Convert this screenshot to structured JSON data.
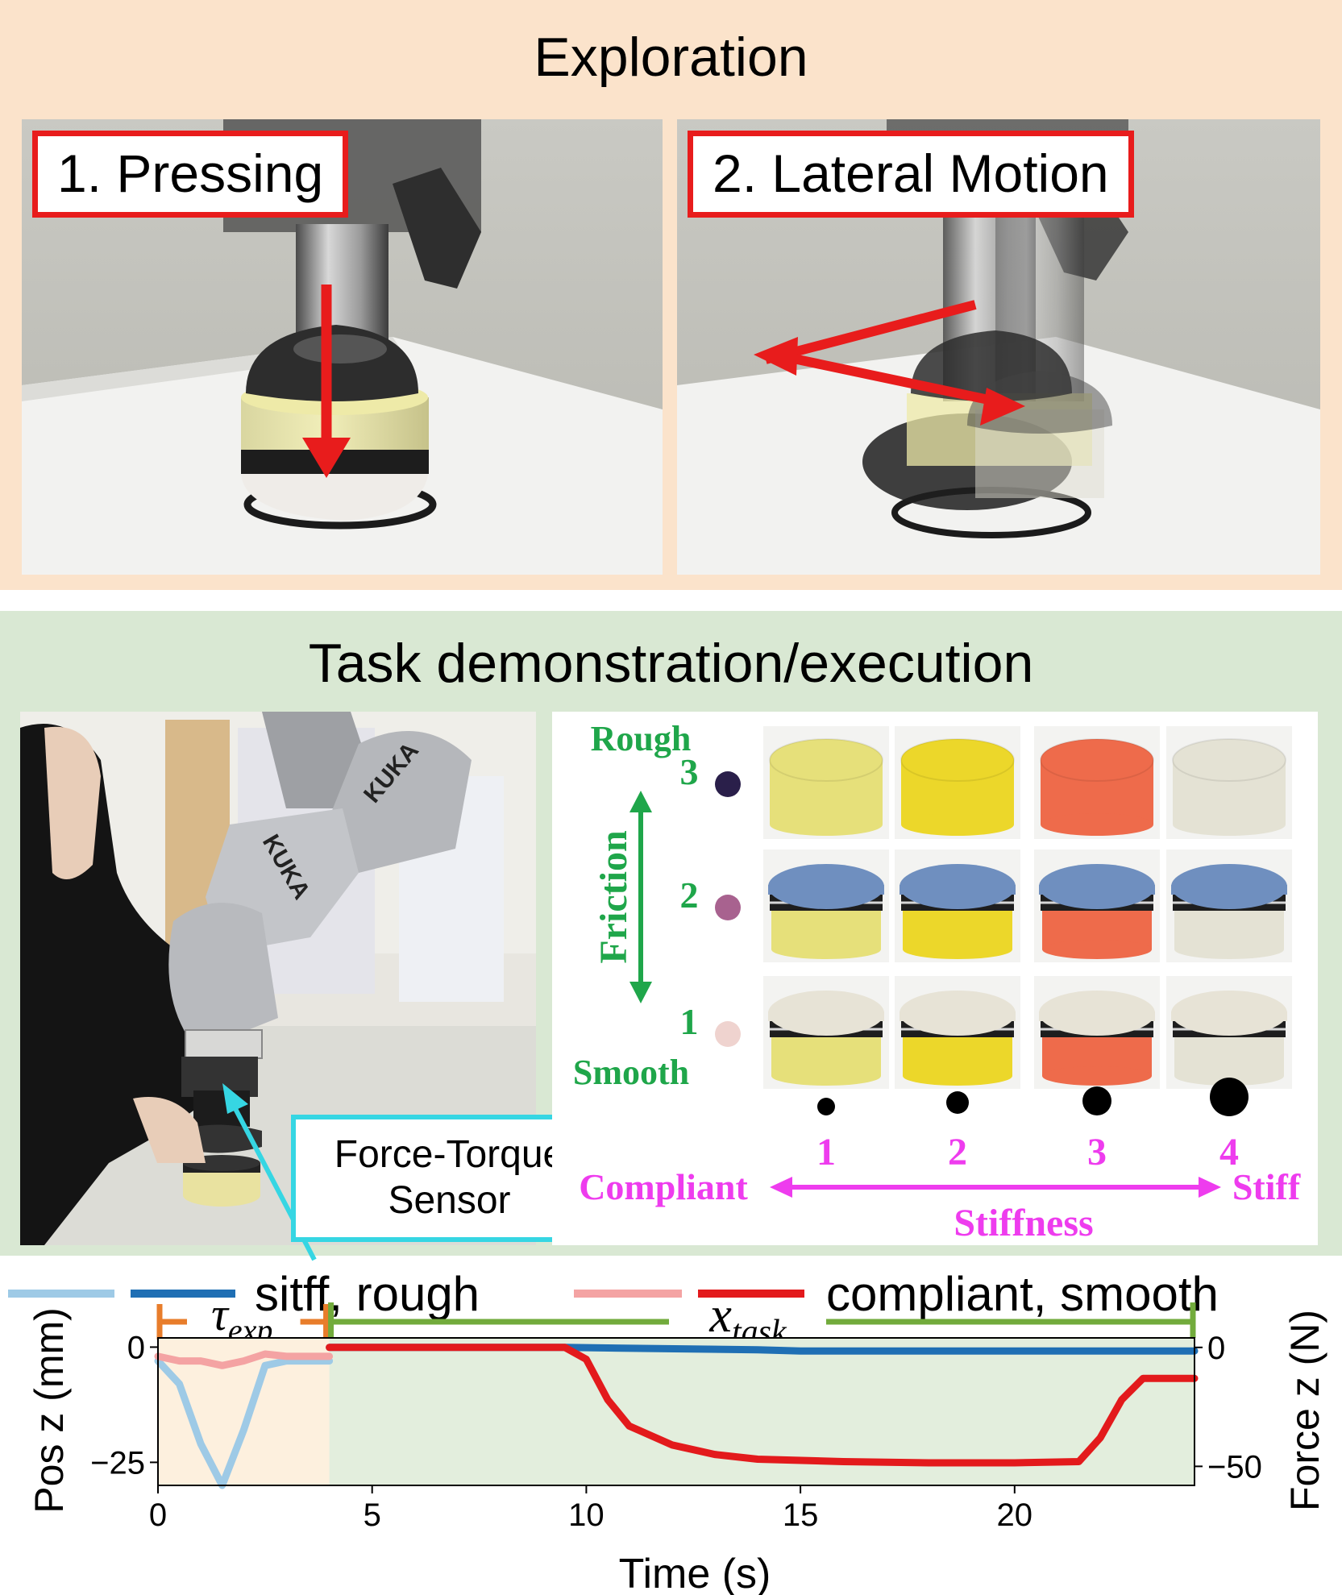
{
  "exploration": {
    "title": "Exploration",
    "step1": "1. Pressing",
    "step2": "2. Lateral Motion"
  },
  "task": {
    "title": "Task demonstration/execution",
    "sensor_label_line1": "Force-Torque",
    "sensor_label_line2": "Sensor",
    "robot_brand": "KUKA"
  },
  "grid": {
    "friction_axis": "Friction",
    "friction_high": "Rough",
    "friction_low": "Smooth",
    "friction_levels": [
      "3",
      "2",
      "1"
    ],
    "stiffness_axis": "Stiffness",
    "stiffness_low": "Compliant",
    "stiffness_high": "Stiff",
    "stiffness_levels": [
      "1",
      "2",
      "3",
      "4"
    ],
    "colors": {
      "friction": "#1fa64a",
      "stiffness": "#ee3cee",
      "friction_dots": [
        "#2a1f4a",
        "#a8628f",
        "#efd3cf"
      ],
      "pad_bodies": [
        "#e6e07a",
        "#ecd72a",
        "#ee6b4b",
        "#e4e2d4"
      ],
      "tops": {
        "rough": null,
        "medium": "#6f8fbf",
        "smooth": "#e7e3d6"
      }
    }
  },
  "legend": {
    "series1": "sitff, rough",
    "series2": "compliant, smooth",
    "colors": {
      "stiff_light": "#9ecae6",
      "stiff_dark": "#1f6fb4",
      "compliant_light": "#f4a3a3",
      "compliant_dark": "#e31a1c"
    }
  },
  "chart_data": {
    "type": "line",
    "xlabel": "Time (s)",
    "ylabel_left": "Pos z (mm)",
    "ylabel_right": "Force z (N)",
    "xlim": [
      0,
      24.2
    ],
    "xticks": [
      "0",
      "5",
      "10",
      "15",
      "20"
    ],
    "ylim_left": [
      -30,
      2
    ],
    "yticks_left": [
      "0",
      "−25"
    ],
    "ylim_right": [
      -58,
      4
    ],
    "yticks_right": [
      "0",
      "−50"
    ],
    "phases": {
      "exploration_end": 4.0,
      "task_start": 4.0,
      "task_end": 24.2
    },
    "phase_labels": {
      "exploration": "τ",
      "exploration_sub": "exp",
      "task": "x",
      "task_sub": "task"
    },
    "series": [
      {
        "name": "sitff, rough",
        "phase": "exploration",
        "axis": "left",
        "x": [
          0,
          0.5,
          1.0,
          1.5,
          2.0,
          2.5,
          3.0,
          3.5,
          4.0
        ],
        "y": [
          -3,
          -8,
          -21,
          -30,
          -18,
          -4,
          -3,
          -3,
          -3
        ]
      },
      {
        "name": "compliant, smooth",
        "phase": "exploration",
        "axis": "left",
        "x": [
          0,
          0.5,
          1.0,
          1.5,
          2.0,
          2.5,
          3.0,
          3.5,
          4.0
        ],
        "y": [
          -2,
          -3,
          -3,
          -4,
          -3,
          -1.5,
          -2,
          -2,
          -2
        ]
      },
      {
        "name": "sitff, rough",
        "phase": "task",
        "axis": "right",
        "x": [
          4,
          9.5,
          14,
          15,
          20,
          24.2
        ],
        "y": [
          0,
          0,
          -1,
          -1.5,
          -1.5,
          -1.5
        ]
      },
      {
        "name": "compliant, smooth",
        "phase": "task",
        "axis": "right",
        "x": [
          4,
          9.5,
          10,
          10.5,
          11,
          12,
          13,
          14,
          16,
          18,
          20,
          21.5,
          22,
          22.5,
          23,
          24.2
        ],
        "y": [
          0,
          0,
          -5,
          -22,
          -33,
          -41,
          -45,
          -47,
          -48,
          -48.5,
          -48.5,
          -48,
          -38,
          -22,
          -13,
          -13
        ]
      }
    ]
  }
}
